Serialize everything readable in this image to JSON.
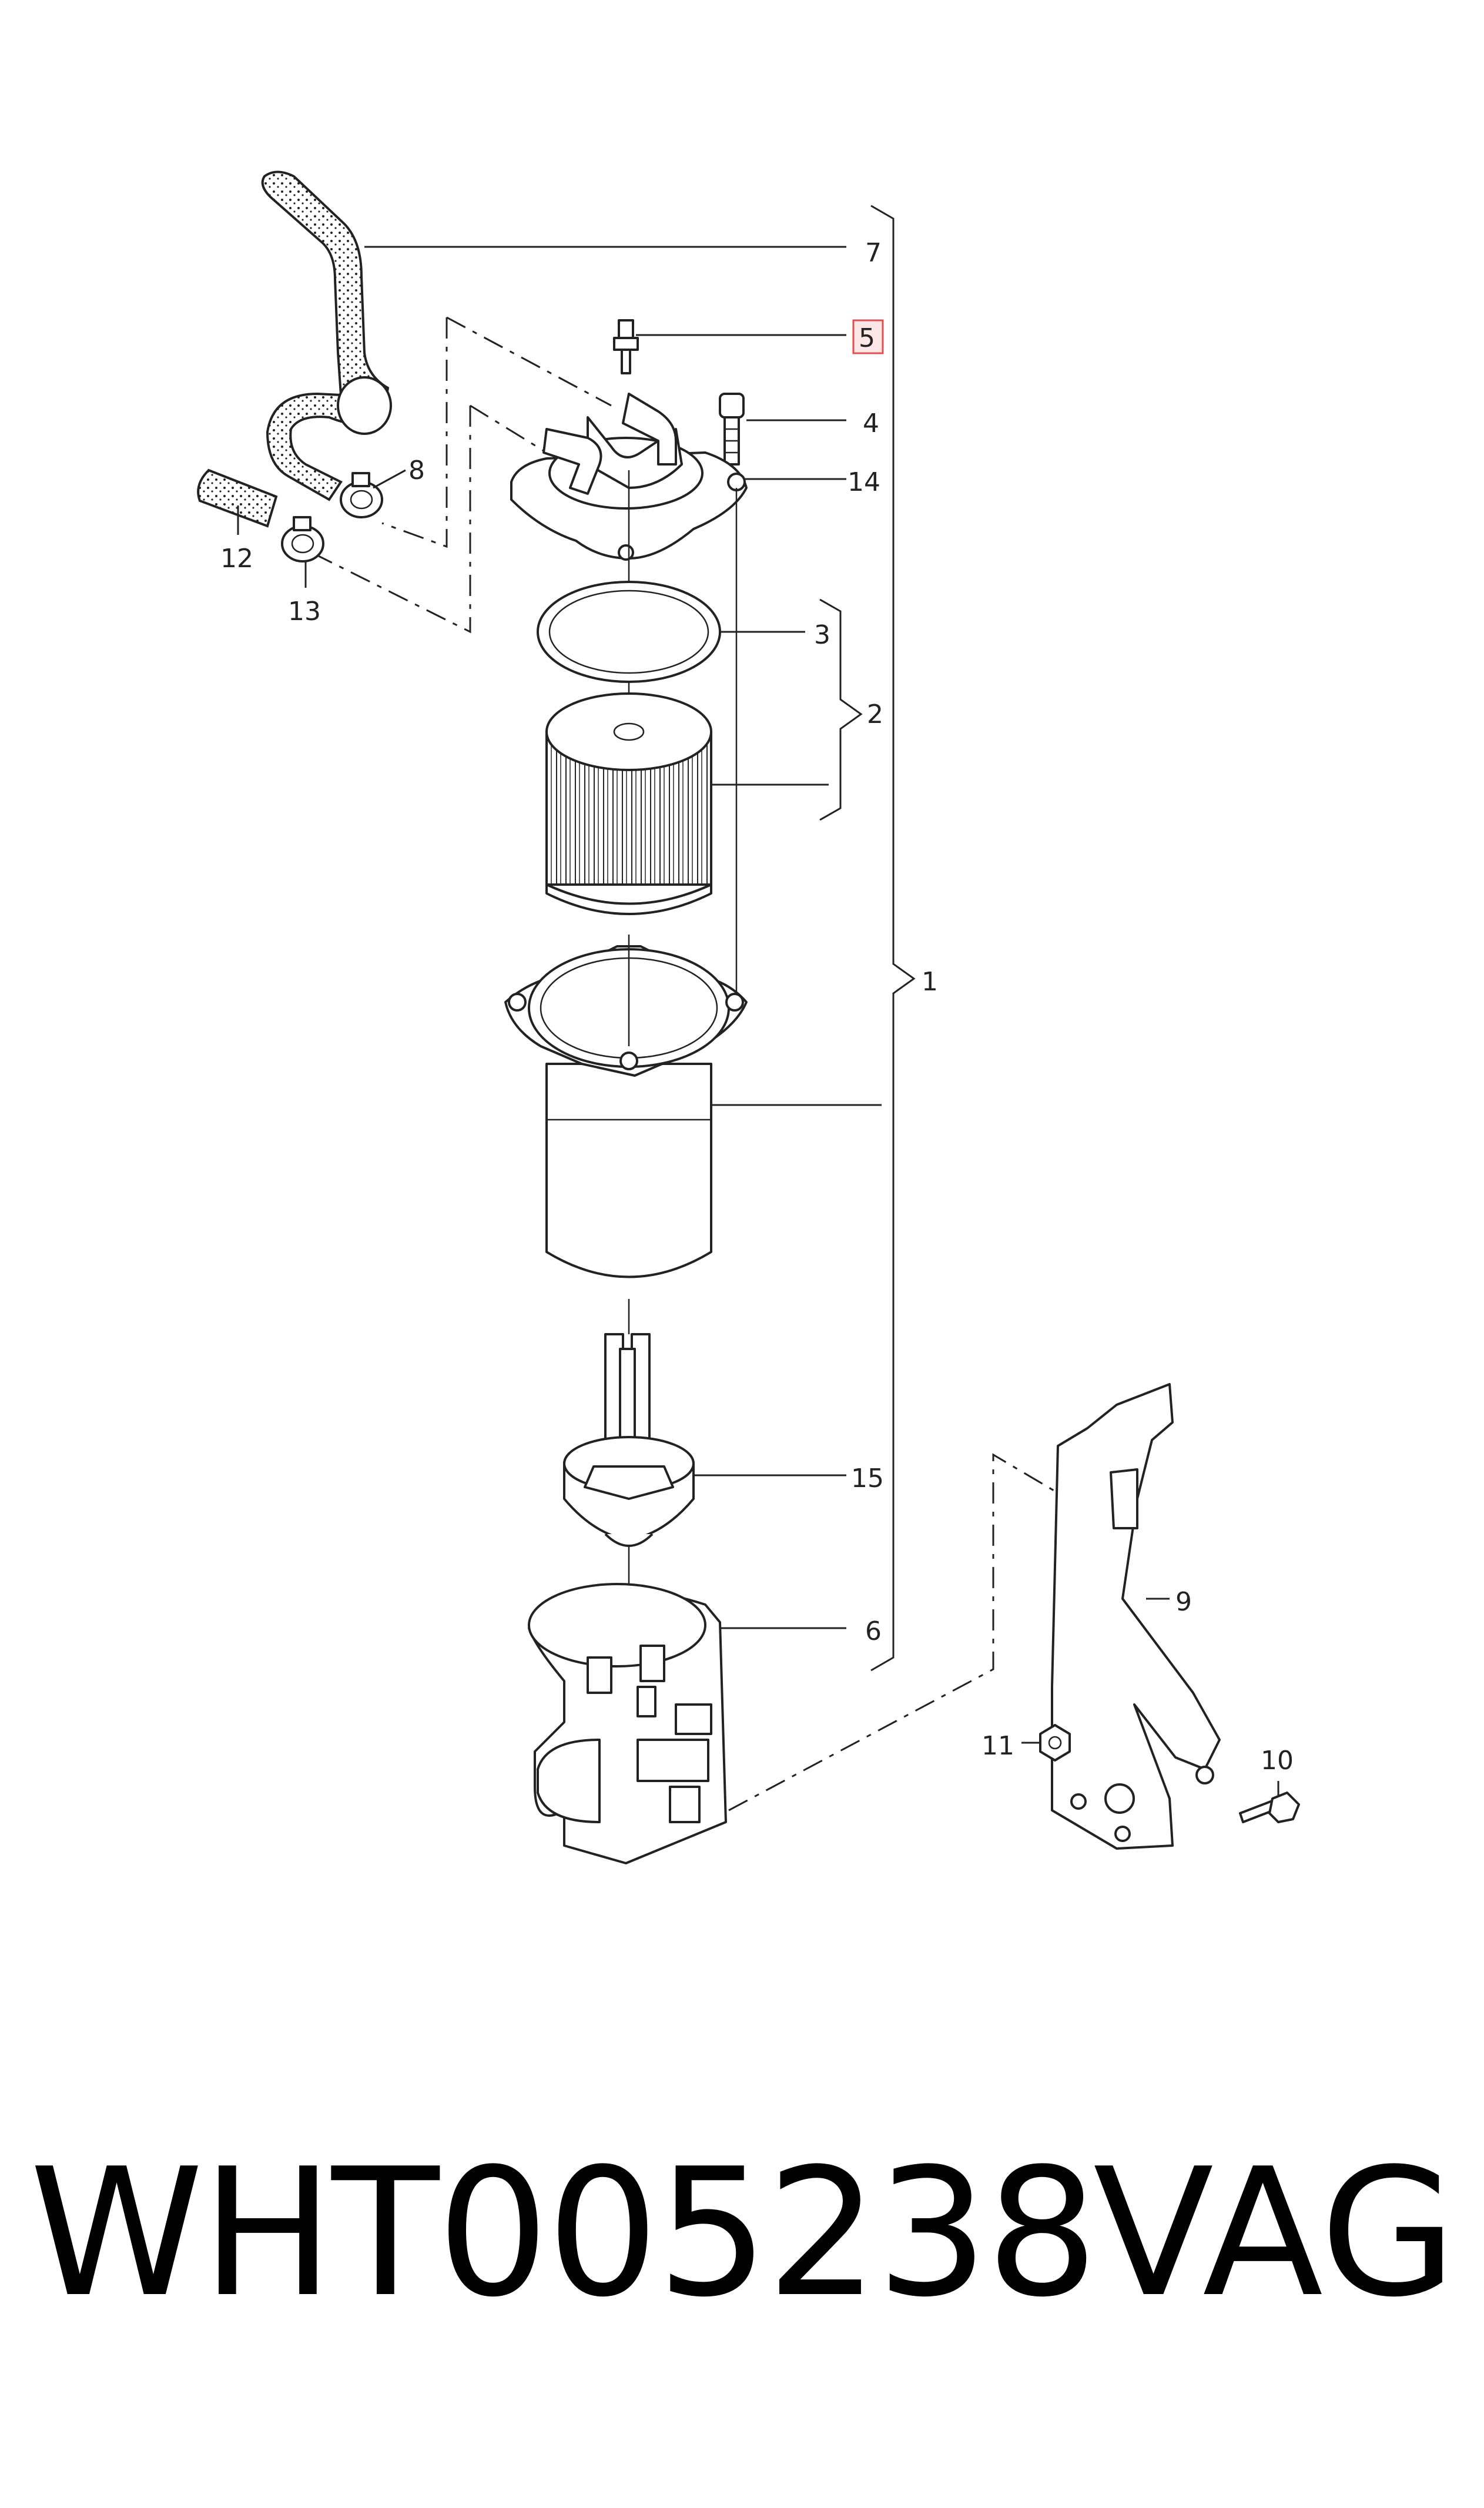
{
  "labels": {
    "l1": "1",
    "l2": "2",
    "l3": "3",
    "l4": "4",
    "l5": "5",
    "l6": "6",
    "l7": "7",
    "l8": "8",
    "l9": "9",
    "l10": "10",
    "l11": "11",
    "l12": "12",
    "l13": "13",
    "l14": "14",
    "l15": "15"
  },
  "highlighted_label": "5",
  "highlight_color": "#e05050",
  "footer": {
    "part_number": "WHT005238",
    "brand": "VAG"
  }
}
